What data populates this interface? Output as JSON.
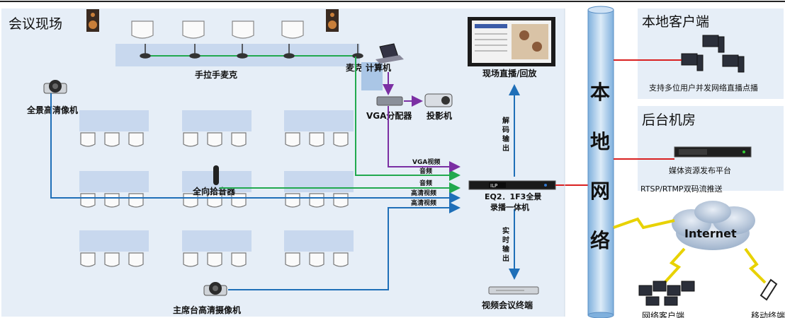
{
  "meeting": {
    "title": "会议现场",
    "mic_array": "手拉手麦克",
    "mic": "麦克",
    "computer": "计算机",
    "vga_splitter": "VGA分配器",
    "projector": "投影机",
    "panorama_camera": "全景高清像机",
    "omni_pickup": "全向拾音器",
    "chair_camera": "主席台高清摄像机"
  },
  "center": {
    "recorder_l1": "EQ2．1F3全景",
    "recorder_l2": "录播一体机",
    "device_brand": "ILP",
    "live_display": "现场直播/回放",
    "decode_out": [
      "解",
      "码",
      "输",
      "出"
    ],
    "realtime_out": [
      "实",
      "时",
      "输",
      "出"
    ],
    "video_terminal": "视频会议终端",
    "signals": [
      "VGA视频",
      "音频",
      "音频",
      "高清视频",
      "高清视频"
    ]
  },
  "network": {
    "pillar": [
      "本",
      "地",
      "网",
      "络"
    ],
    "local_client_title": "本地客户端",
    "local_client_desc": "支持多位用户并发网络直播点播",
    "server_room_title": "后台机房",
    "media_platform": "媒体资源发布平台",
    "rtsp": "RTSP/RTMP双码流推送",
    "internet": "Internet",
    "net_client": "网络客户端",
    "mobile": "移动终端"
  },
  "colors": {
    "green": "#22a94f",
    "purple": "#7b2fa3",
    "blue": "#1f6fb8",
    "red": "#d92020",
    "panel": "#e6eef7"
  }
}
